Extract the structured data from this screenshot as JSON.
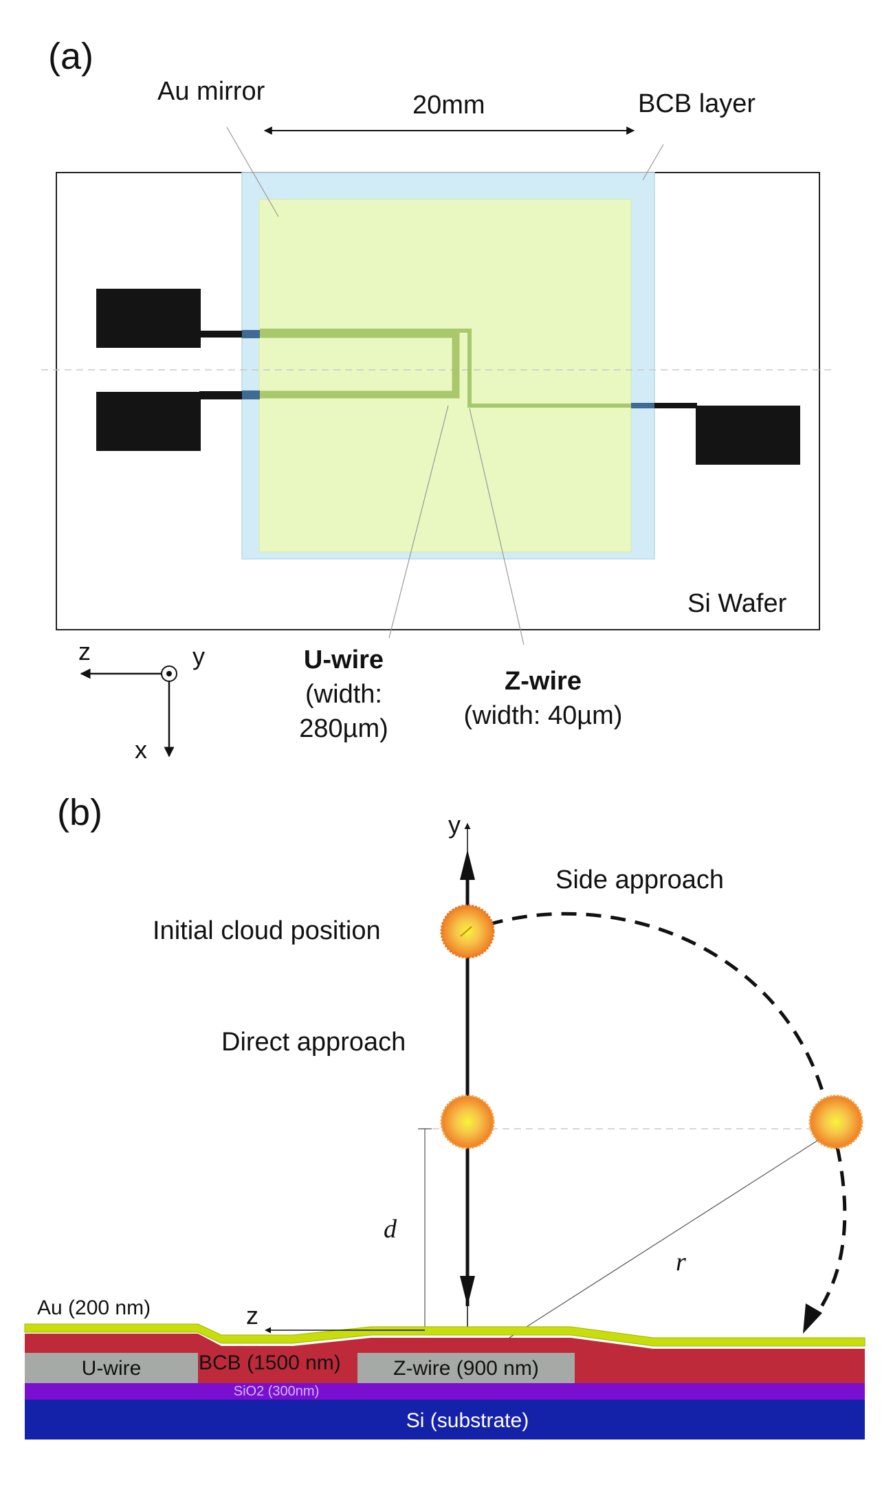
{
  "panel_a": {
    "label": "(a)",
    "au_mirror_label": "Au mirror",
    "dimension_label": "20mm",
    "bcb_label": "BCB layer",
    "wafer_label": "Si Wafer",
    "u_wire": {
      "name": "U-wire",
      "width_line1": "(width:",
      "width_line2": "280µm)"
    },
    "z_wire": {
      "name": "Z-wire",
      "width": "(width: 40µm)"
    },
    "axes": {
      "z": "z",
      "y": "y",
      "x": "x"
    },
    "colors": {
      "bcb": "#d2ecf7",
      "au": "#e8f8c0",
      "wire": "#a9c86c",
      "pad": "#141414",
      "wire_contact": "#3f6b93"
    }
  },
  "panel_b": {
    "label": "(b)",
    "y_axis": "y",
    "z_axis": "z",
    "initial_cloud": "Initial cloud position",
    "side_approach": "Side approach",
    "direct_approach": "Direct approach",
    "distance_symbol": "d",
    "radius_symbol": "r",
    "layers": {
      "au": "Au (200 nm)",
      "bcb": "BCB (1500 nm)",
      "u_wire": "U-wire",
      "z_wire": "Z-wire (900 nm)",
      "sio2": "SiO2 (300nm)",
      "si": "Si (substrate)"
    },
    "colors": {
      "au": "#c8de0a",
      "bcb": "#bf2a3a",
      "wire": "#a5aaa6",
      "sio2": "#7a0fd0",
      "si": "#1322a8",
      "cloud_outer": "#f08a2a",
      "cloud_inner": "#f4ee3a"
    }
  }
}
